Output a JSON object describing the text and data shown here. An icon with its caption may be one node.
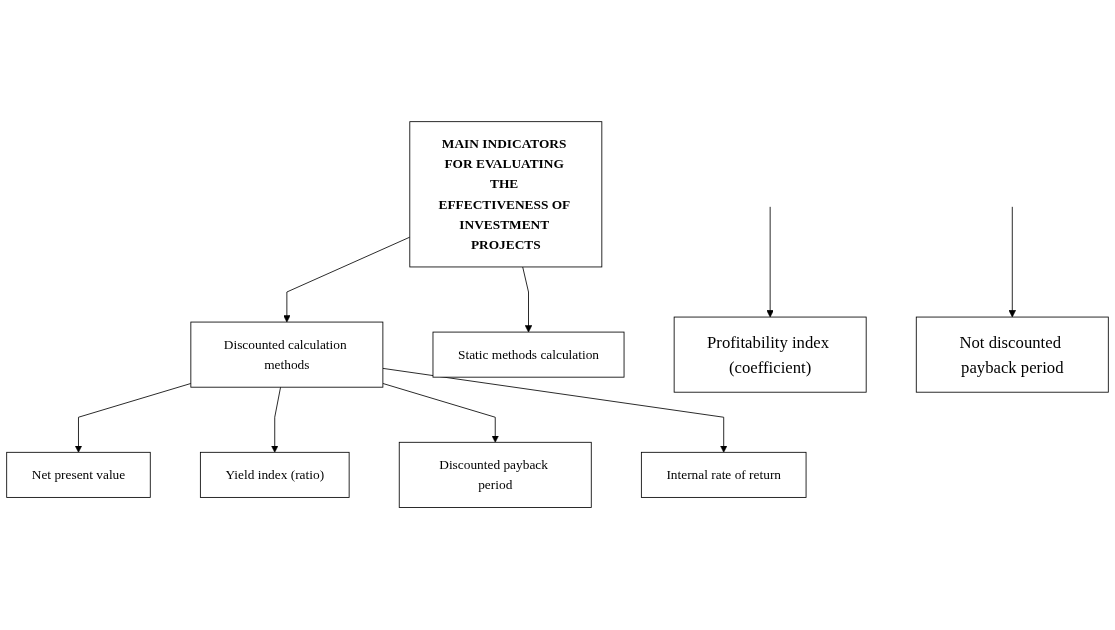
{
  "diagram": {
    "nodes": [
      {
        "text": [
          "MAIN INDICATORS FOR EVALUATING THE EFFECTIVENESS OF INVESTMENT PROJECTS"
        ]
      },
      {
        "text": [
          "Discounted calculation methods"
        ]
      },
      {
        "text": [
          "Static methods calculation"
        ]
      },
      {
        "text": [
          "Net present value"
        ]
      },
      {
        "text": [
          "Yield index (ratio)"
        ]
      },
      {
        "text": [
          "Discounted payback period"
        ]
      },
      {
        "text": [
          "Internal rate of return"
        ]
      },
      {
        "text": [
          "Profitability index (coefficient)"
        ]
      },
      {
        "text": [
          "Not discounted payback period"
        ]
      }
    ],
    "edges": [
      {
        "from": 0,
        "to": 1,
        "arrow": "to"
      },
      {
        "from": 0,
        "to": 2,
        "arrow": "to"
      },
      {
        "from": 1,
        "to": 3,
        "arrow": "to"
      },
      {
        "from": 1,
        "to": 4,
        "arrow": "to"
      },
      {
        "from": 1,
        "to": 5,
        "arrow": "to"
      },
      {
        "from": 1,
        "to": 6,
        "arrow": "to"
      },
      {
        "from": null,
        "to": 7,
        "arrow": "to"
      },
      {
        "from": null,
        "to": 8,
        "arrow": "to"
      }
    ]
  }
}
